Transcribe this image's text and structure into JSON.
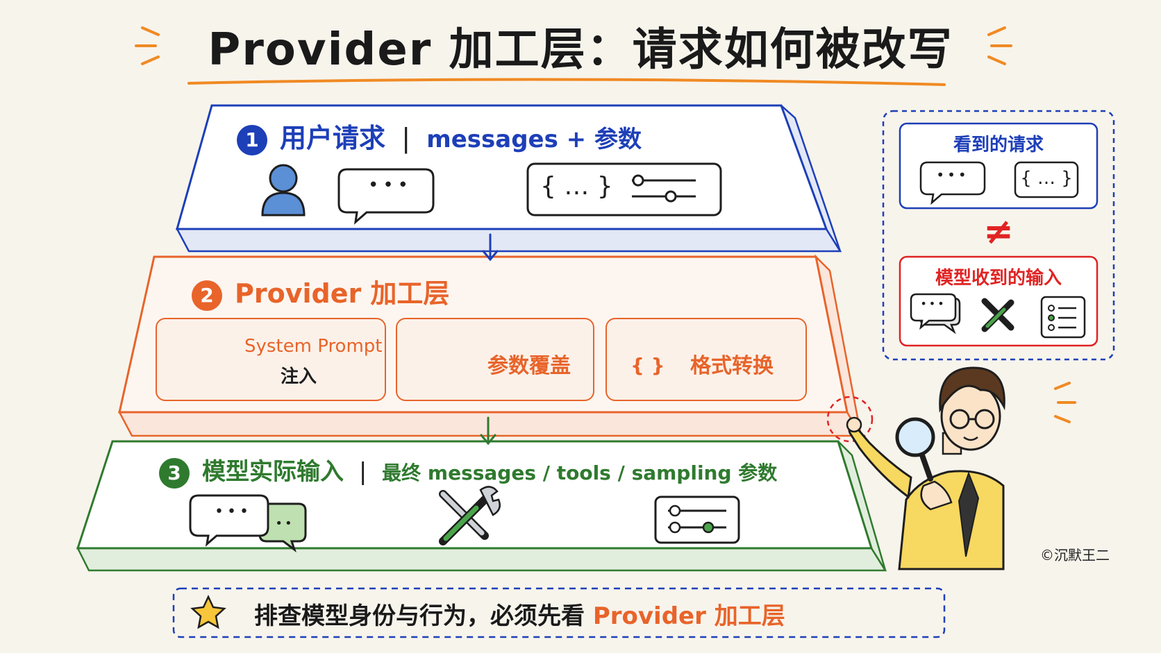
{
  "title": "Provider 加工层：请求如何被改写",
  "layer1": {
    "number": "1",
    "label": "用户请求",
    "separator": "|",
    "detail": "messages + 参数",
    "color": "#1d3fb8",
    "bubble_text": "•••",
    "json_text": "{ … }"
  },
  "layer2": {
    "number": "2",
    "label": "Provider 加工层",
    "color": "#e8642a",
    "boxes": [
      {
        "line1": "System Prompt",
        "line2": "注入"
      },
      {
        "line1": "参数覆盖"
      },
      {
        "line1": "格式转换"
      }
    ],
    "braces_text": "{ }"
  },
  "layer3": {
    "number": "3",
    "label": "模型实际输入",
    "separator": "|",
    "detail": "最终 messages / tools / sampling 参数",
    "color": "#2f7a2f",
    "bubble_text": "•••",
    "bubble2_text": "••"
  },
  "side_panel": {
    "seen_title": "看到的请求",
    "seen_bubble": "•••",
    "seen_json": "{ … }",
    "neq": "≠",
    "received_title": "模型收到的输入",
    "received_bubble": "•••"
  },
  "signature": "©沉默王二",
  "footer": {
    "text": "排查模型身份与行为，必须先看 ",
    "highlight": "Provider 加工层"
  },
  "colors": {
    "blue": "#1d3fb8",
    "orange": "#e8642a",
    "green": "#2f7a2f",
    "red": "#e02323",
    "background": "#f7f4ec"
  }
}
